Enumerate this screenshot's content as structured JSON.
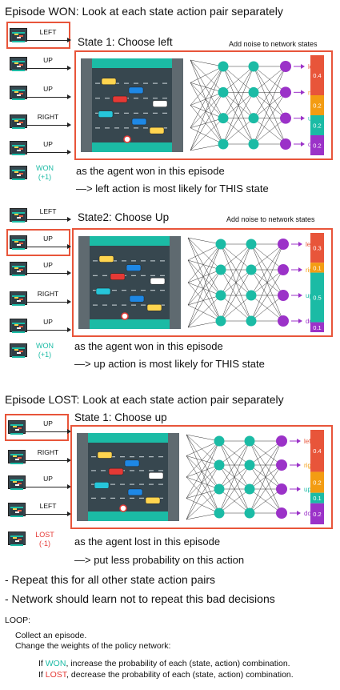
{
  "won_section": {
    "header": "Episode WON: Look at each state action pair separately",
    "column1": {
      "actions": [
        "LEFT",
        "UP",
        "UP",
        "RIGHT",
        "UP"
      ],
      "outcome": "WON",
      "reward": "(+1)"
    },
    "panel1": {
      "title": "State 1: Choose left",
      "noise_label": "Add noise to network states",
      "outputs": [
        "left",
        "right",
        "up",
        "down"
      ],
      "probs": [
        "0.4",
        "0.2",
        "0.2",
        "0.2"
      ],
      "explanation1": "as the agent won in this episode",
      "explanation2": "—> left action is most likely for THIS state"
    },
    "column2": {
      "actions": [
        "LEFT",
        "UP",
        "UP",
        "RIGHT",
        "UP"
      ],
      "outcome": "WON",
      "reward": "(+1)"
    },
    "panel2": {
      "title": "State2: Choose Up",
      "noise_label": "Add noise to network states",
      "outputs": [
        "left",
        "right",
        "up",
        "down"
      ],
      "probs": [
        "0.3",
        "0.1",
        "0.5",
        "0.1"
      ],
      "explanation1": "as the agent won in this episode",
      "explanation2": "—> up action is most likely for THIS state"
    }
  },
  "lost_section": {
    "header": "Episode LOST: Look at each state action pair separately",
    "column": {
      "actions": [
        "UP",
        "RIGHT",
        "UP",
        "LEFT"
      ],
      "outcome": "LOST",
      "reward": "(-1)"
    },
    "panel": {
      "title": "State 1: Choose up",
      "outputs": [
        "left",
        "right",
        "up",
        "down"
      ],
      "probs": [
        "0.4",
        "0.2",
        "0.1",
        "0.2"
      ],
      "explanation1": "as the agent lost in this episode",
      "explanation2": "—> put less probability on this action"
    }
  },
  "bullets": [
    "- Repeat this for all other state action pairs",
    "- Network should learn not to repeat this bad decisions"
  ],
  "loop": {
    "title": "LOOP:",
    "step1": "Collect an episode.",
    "step2": "Change the weights of the policy network:",
    "if_won_prefix": "If ",
    "won_word": "WON",
    "if_won_suffix": ", increase the probability of each (state, action) combination.",
    "if_lost_prefix": "If ",
    "lost_word": "LOST",
    "if_lost_suffix": ", decrease the probability of each (state, action) combination."
  },
  "colors": {
    "accent_red": "#e8553a",
    "teal": "#1bbba5",
    "purple": "#9b32c8",
    "prob_red": "#e8553a",
    "prob_orange": "#f39c12",
    "prob_teal": "#1bbba5",
    "prob_purple": "#9b32c8"
  }
}
